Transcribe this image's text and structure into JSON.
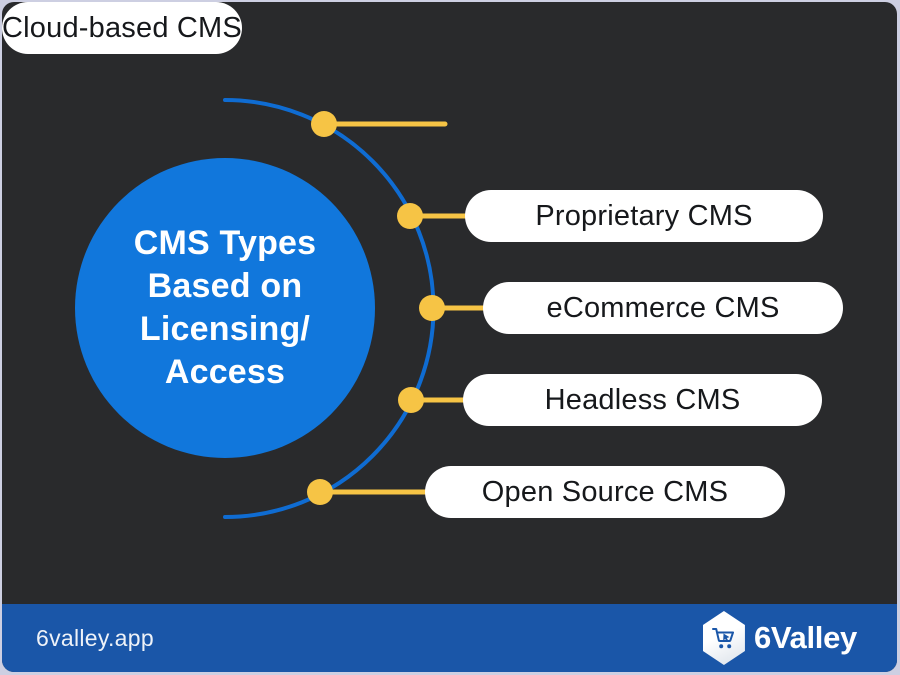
{
  "diagram": {
    "center_topic": "CMS Types\nBased on\nLicensing/\nAccess",
    "branches": [
      {
        "label": "Proprietary CMS"
      },
      {
        "label": "eCommerce CMS"
      },
      {
        "label": "Headless CMS"
      },
      {
        "label": "Open Source CMS"
      },
      {
        "label": "Cloud-based CMS"
      }
    ]
  },
  "footer": {
    "site": "6valley.app",
    "brand": "6Valley",
    "logo_icon": "shopping-cart-icon"
  },
  "colors": {
    "frame": "#cdcfe2",
    "card_background": "#292a2c",
    "circle_blue": "#1177dc",
    "arc_blue": "#0f6cd2",
    "accent_yellow": "#f6c445",
    "pill_background": "#ffffff",
    "pill_text": "#16181b",
    "footer_blue": "#1a56a8"
  }
}
